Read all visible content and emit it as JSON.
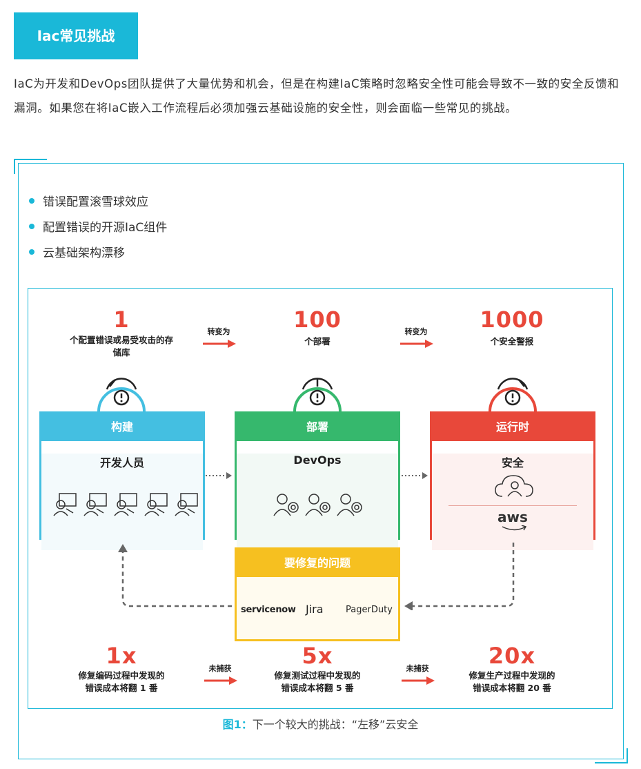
{
  "header": {
    "title": "Iac常见挑战",
    "intro": "IaC为开发和DevOps团队提供了大量优势和机会，但是在构建IaC策略时忽略安全性可能会导致不一致的安全反馈和漏洞。如果您在将IaC嵌入工作流程后必须加强云基础设施的安全性，则会面临一些常见的挑战。"
  },
  "bullets": [
    "错误配置滚雪球效应",
    "配置错误的开源IaC组件",
    "云基础架构漂移"
  ],
  "top_metrics": [
    {
      "value": "1",
      "label": "个配置错误或易受攻击的存储库"
    },
    {
      "value": "100",
      "label": "个部署"
    },
    {
      "value": "1000",
      "label": "个安全警报"
    }
  ],
  "top_arrows": [
    "转变为",
    "转变为"
  ],
  "stages": [
    {
      "head": "构建",
      "role": "开发人员"
    },
    {
      "head": "部署",
      "role": "DevOps"
    },
    {
      "head": "运行时",
      "role": "安全",
      "logo": "aws"
    }
  ],
  "issues": {
    "head": "要修复的问题",
    "tools": [
      "servicenow",
      "Jira",
      "PagerDuty"
    ]
  },
  "bottom_metrics": [
    {
      "value": "1x",
      "label_line1": "修复编码过程中发现的",
      "label_line2": "错误成本将翻 1 番"
    },
    {
      "value": "5x",
      "label_line1": "修复测试过程中发现的",
      "label_line2": "错误成本将翻 5 番"
    },
    {
      "value": "20x",
      "label_line1": "修复生产过程中发现的",
      "label_line2": "错误成本将翻 20 番"
    }
  ],
  "bottom_arrows": [
    "未捕获",
    "未捕获"
  ],
  "caption": {
    "fig": "图1：",
    "text": "下一个较大的挑战：“左移”云安全"
  },
  "colors": {
    "accent": "#1ab8d8",
    "build": "#44bfe1",
    "deploy": "#36b86d",
    "run": "#e8483a",
    "issues": "#f6c020",
    "metric": "#e8483a"
  }
}
